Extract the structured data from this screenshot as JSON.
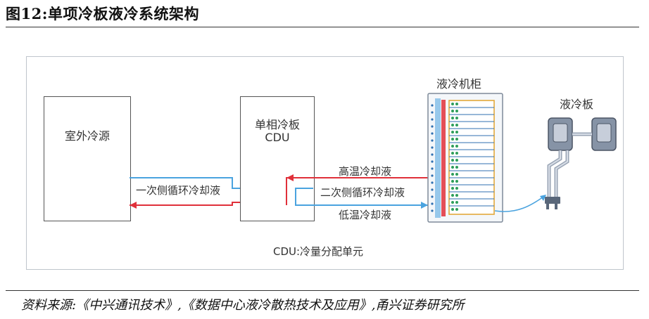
{
  "figure_title": "图12:单项冷板液冷系统架构",
  "diagram": {
    "outdoor_source": "室外冷源",
    "cdu_line1": "单相冷板",
    "cdu_line2": "CDU",
    "primary_loop": "一次侧循环冷却液",
    "hot_coolant": "高温冷却液",
    "secondary_loop": "二次侧循环冷却液",
    "cold_coolant": "低温冷却液",
    "cabinet": "液冷机柜",
    "cold_plate": "液冷板",
    "cdu_note": "CDU:冷量分配单元"
  },
  "colors": {
    "hot": "#e0303a",
    "cold": "#4aa3df",
    "plate": "#6e7b90"
  },
  "source_note": "资料来源:《中兴通讯技术》,《数据中心液冷散热技术及应用》,甬兴证券研究所"
}
